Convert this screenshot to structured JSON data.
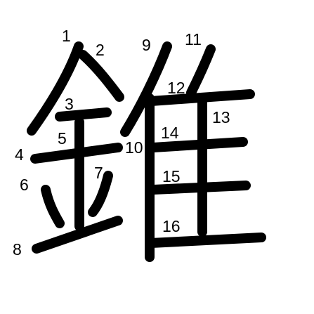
{
  "character": "錐",
  "ink_color": "#000000",
  "background_color": "#ffffff",
  "stroke_numbers": [
    "1",
    "2",
    "3",
    "4",
    "5",
    "6",
    "7",
    "8",
    "9",
    "10",
    "11",
    "12",
    "13",
    "14",
    "15",
    "16"
  ]
}
